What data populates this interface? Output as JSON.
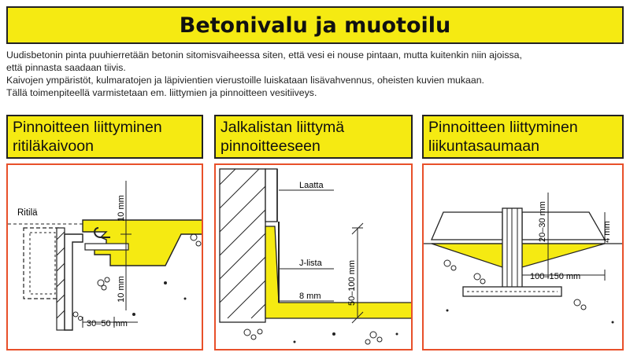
{
  "title": "Betonivalu ja muotoilu",
  "intro": {
    "line1": "Uudisbetonin pinta puuhierretään betonin sitomisvaiheessa siten, että vesi ei nouse pintaan, mutta kuitenkin niin ajoissa,",
    "line2": "että pinnasta saadaan tiivis.",
    "line3": "Kaivojen ympäristöt, kulmaratojen ja läpivientien vierustoille luiskataan lisävahvennus, oheisten kuvien mukaan.",
    "line4": "Tällä toimenpiteellä varmistetaan em. liittymien ja pinnoitteen vesitiiveys."
  },
  "panels": [
    {
      "header_line1": "Pinnoitteen liittyminen",
      "header_line2": "ritiläkaivoon",
      "label_ritila": "Ritilä",
      "dim_top": "10 mm",
      "dim_bottom": "10 mm",
      "dim_horizontal": "30–50 mm"
    },
    {
      "header_line1": "Jalkalistan liittymä",
      "header_line2": "pinnoitteeseen",
      "label_laatta": "Laatta",
      "label_jlista": "J-lista",
      "label_8mm": "8 mm",
      "dim_vertical": "50–100 mm"
    },
    {
      "header_line1": "Pinnoitteen liittyminen",
      "header_line2": "liikuntasaumaan",
      "dim_2030": "20–30 mm",
      "dim_4mm": "4 mm",
      "dim_100150": "100–150 mm"
    }
  ],
  "colors": {
    "yellow": "#f5ea12",
    "panel_border": "#e8502a"
  }
}
